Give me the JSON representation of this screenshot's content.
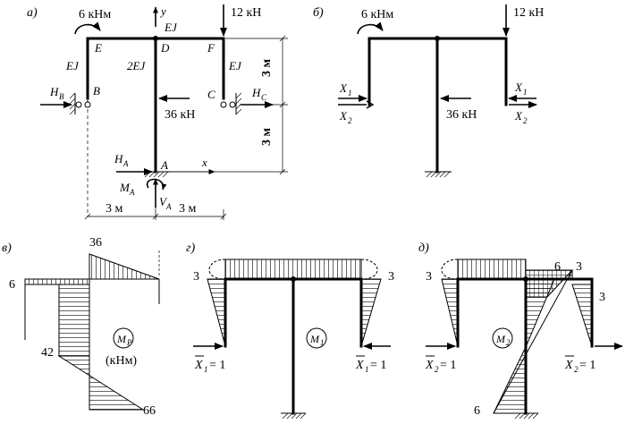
{
  "panels": {
    "a": {
      "label": "а)",
      "axis_y": "y",
      "axis_x": "x",
      "moment_load": "6 кНм",
      "vertical_load": "12 кН",
      "horizontal_load": "36 кН",
      "node_E": "E",
      "node_D": "D",
      "node_F": "F",
      "node_B": "B",
      "node_C": "C",
      "node_A": "A",
      "stiff_top": "EJ",
      "stiff_left": "EJ",
      "stiff_mid": "2EJ",
      "stiff_right": "EJ",
      "H_B": "H",
      "H_B_sub": "B",
      "H_C": "H",
      "H_C_sub": "C",
      "H_A": "H",
      "H_A_sub": "A",
      "M_A": "M",
      "M_A_sub": "A",
      "V_A": "V",
      "V_A_sub": "A",
      "dim_h1": "3 м",
      "dim_h2": "3 м",
      "dim_w1": "3 м",
      "dim_w2": "3 м"
    },
    "b": {
      "label": "б)",
      "moment_load": "6 кНм",
      "vertical_load": "12 кН",
      "horizontal_load": "36 кН",
      "X1_left": "X",
      "X1_left_sub": "1",
      "X2_left": "X",
      "X2_left_sub": "2",
      "X1_right": "X",
      "X1_right_sub": "1",
      "X2_right": "X",
      "X2_right_sub": "2"
    },
    "v": {
      "label": "в)",
      "val_36": "36",
      "val_6": "6",
      "val_42": "42",
      "val_66": "66",
      "badge": "M",
      "badge_sub": "P",
      "units": "(кНм)"
    },
    "g": {
      "label": "г)",
      "val_left": "3",
      "val_right": "3",
      "badge": "M",
      "badge_sub": "1",
      "load_left": "X",
      "load_left_sub": "1",
      "load_left_eq": "= 1",
      "load_right": "X",
      "load_right_sub": "1",
      "load_right_eq": "= 1"
    },
    "d": {
      "label": "д)",
      "val_left": "3",
      "val_6": "6",
      "val_3top": "3",
      "val_3right": "3",
      "val_6bottom": "6",
      "badge": "M",
      "badge_sub": "2",
      "load_left": "X",
      "load_left_sub": "2",
      "load_left_eq": "= 1",
      "load_right": "X",
      "load_right_sub": "2",
      "load_right_eq": "= 1"
    }
  }
}
